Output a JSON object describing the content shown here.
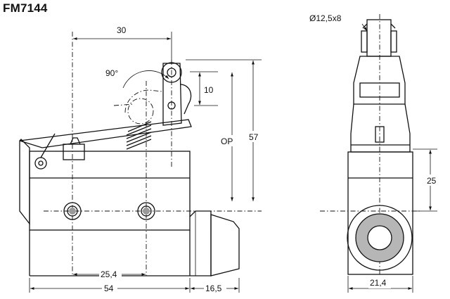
{
  "title": "FM7144",
  "labels": {
    "dim_30": "30",
    "angle_90": "90°",
    "dim_10": "10",
    "op": "OP",
    "dim_57": "57",
    "dim_25_4": "25,4",
    "dim_54": "54",
    "dim_16_5": "16,5",
    "roller_dia": "Ø12,5x8",
    "dim_25": "25",
    "dim_21_4": "21,4"
  },
  "colors": {
    "line": "#111111",
    "shade": "#9a9a9a",
    "background": "#ffffff"
  }
}
